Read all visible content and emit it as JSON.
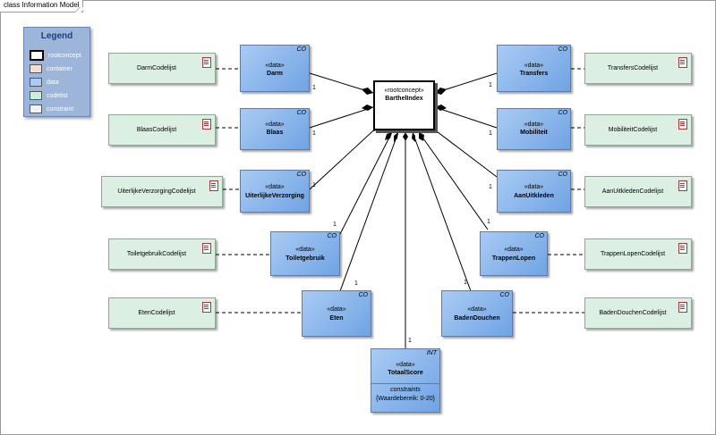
{
  "frame_title": "class Information Model",
  "legend": {
    "title": "Legend",
    "items": [
      {
        "label": "rootconcept",
        "color": "#ffffff"
      },
      {
        "label": "container",
        "color": "#f6ddd2"
      },
      {
        "label": "data",
        "color": "#a9cbf3"
      },
      {
        "label": "codelist",
        "color": "#cdeed7"
      },
      {
        "label": "constraint",
        "color": "#f4f4f4"
      }
    ]
  },
  "root": {
    "stereotype": "«rootconcept»",
    "name": "BarthelIndex"
  },
  "data_classes": [
    {
      "stereotype": "«data»",
      "name": "Darm",
      "tag": "CO",
      "mult": "1"
    },
    {
      "stereotype": "«data»",
      "name": "Blaas",
      "tag": "CO",
      "mult": "1"
    },
    {
      "stereotype": "«data»",
      "name": "UiterlijkeVerzorging",
      "tag": "CO",
      "mult": "1"
    },
    {
      "stereotype": "«data»",
      "name": "Toiletgebruik",
      "tag": "CO",
      "mult": "1"
    },
    {
      "stereotype": "«data»",
      "name": "Eten",
      "tag": "CO",
      "mult": "1"
    },
    {
      "stereotype": "«data»",
      "name": "Transfers",
      "tag": "CO",
      "mult": "1"
    },
    {
      "stereotype": "«data»",
      "name": "Mobiliteit",
      "tag": "CO",
      "mult": "1"
    },
    {
      "stereotype": "«data»",
      "name": "AanUitkleden",
      "tag": "CO",
      "mult": "1"
    },
    {
      "stereotype": "«data»",
      "name": "TrappenLopen",
      "tag": "CO",
      "mult": "1"
    },
    {
      "stereotype": "«data»",
      "name": "BadenDouchen",
      "tag": "CO",
      "mult": "1"
    }
  ],
  "codelists": [
    "DarmCodelijst",
    "BlaasCodelijst",
    "UiterlijkeVerzorgingCodelijst",
    "ToiletgebruikCodelijst",
    "EtenCodelijst",
    "TransfersCodelijst",
    "MobiliteitCodelijst",
    "AanUitkledenCodelijst",
    "TrappenLopenCodelijst",
    "BadenDouchenCodelijst"
  ],
  "totaal": {
    "stereotype": "«data»",
    "name": "TotaalScore",
    "tag": "INT",
    "mult": "1",
    "constraints_label": "constraints",
    "constraint": "{Waardebereik: 0-20}"
  }
}
